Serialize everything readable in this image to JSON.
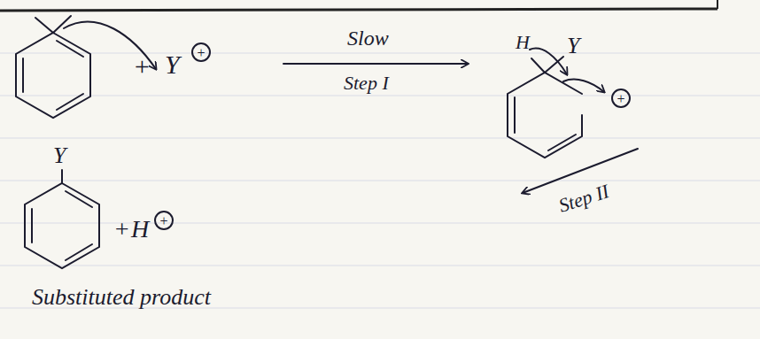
{
  "diagram": {
    "labels": [
      "+",
      "Y",
      "+",
      "Slow",
      "Step I",
      "H",
      "Y",
      "+",
      "Y",
      "+",
      "H",
      "+",
      "Step II",
      "Substituted product"
    ]
  }
}
